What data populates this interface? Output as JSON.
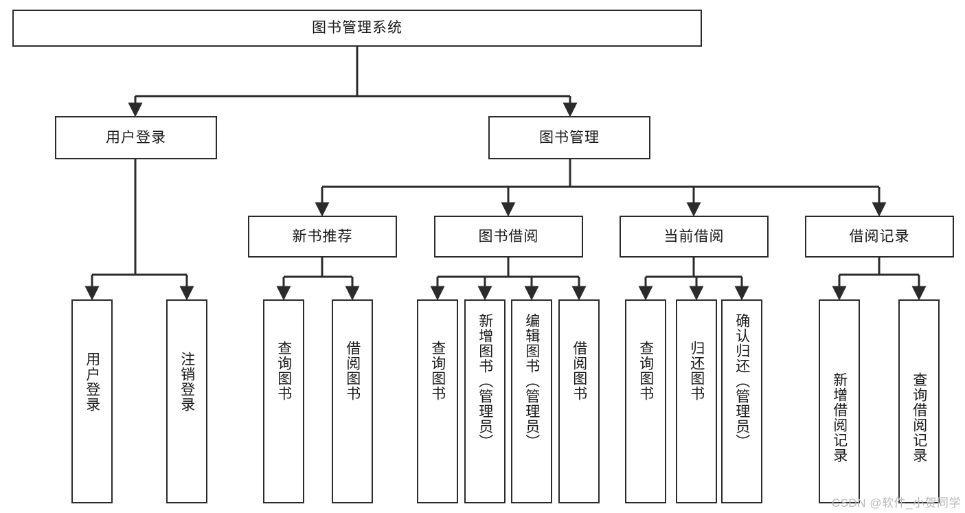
{
  "diagram": {
    "title_box": {
      "label": "图书管理系统"
    },
    "level2": [
      {
        "id": "user-login",
        "label": "用户登录"
      },
      {
        "id": "book-management",
        "label": "图书管理"
      }
    ],
    "level3": [
      {
        "id": "new-book-recommend",
        "label": "新书推荐"
      },
      {
        "id": "book-borrow",
        "label": "图书借阅"
      },
      {
        "id": "current-borrow",
        "label": "当前借阅"
      },
      {
        "id": "borrow-record",
        "label": "借阅记录"
      }
    ],
    "leaves": {
      "user_login": [
        {
          "id": "leaf-user-login",
          "label": "用户登录"
        },
        {
          "id": "leaf-logout-login",
          "label": "注销登录"
        }
      ],
      "new_book_recommend": [
        {
          "id": "leaf-query-book-1",
          "label": "查询图书"
        },
        {
          "id": "leaf-borrow-book-1",
          "label": "借阅图书"
        }
      ],
      "book_borrow": [
        {
          "id": "leaf-query-book-2",
          "label": "查询图书"
        },
        {
          "id": "leaf-add-book",
          "label": "新增图书（管理员）"
        },
        {
          "id": "leaf-edit-book",
          "label": "编辑图书（管理员）"
        },
        {
          "id": "leaf-borrow-book-2",
          "label": "借阅图书"
        }
      ],
      "current_borrow": [
        {
          "id": "leaf-query-book-3",
          "label": "查询图书"
        },
        {
          "id": "leaf-return-book",
          "label": "归还图书"
        },
        {
          "id": "leaf-confirm-return",
          "label": "确认归还（管理员）"
        }
      ],
      "borrow_record": [
        {
          "id": "leaf-add-record",
          "label": "新增借阅记录"
        },
        {
          "id": "leaf-query-record",
          "label": "查询借阅记录"
        }
      ]
    }
  },
  "watermark": {
    "text": "CSDN @软件_小贺同学"
  },
  "colors": {
    "border": "#2b2b2b",
    "background": "#ffffff",
    "text": "#1a1a1a",
    "watermark": "#b9b9b9"
  }
}
